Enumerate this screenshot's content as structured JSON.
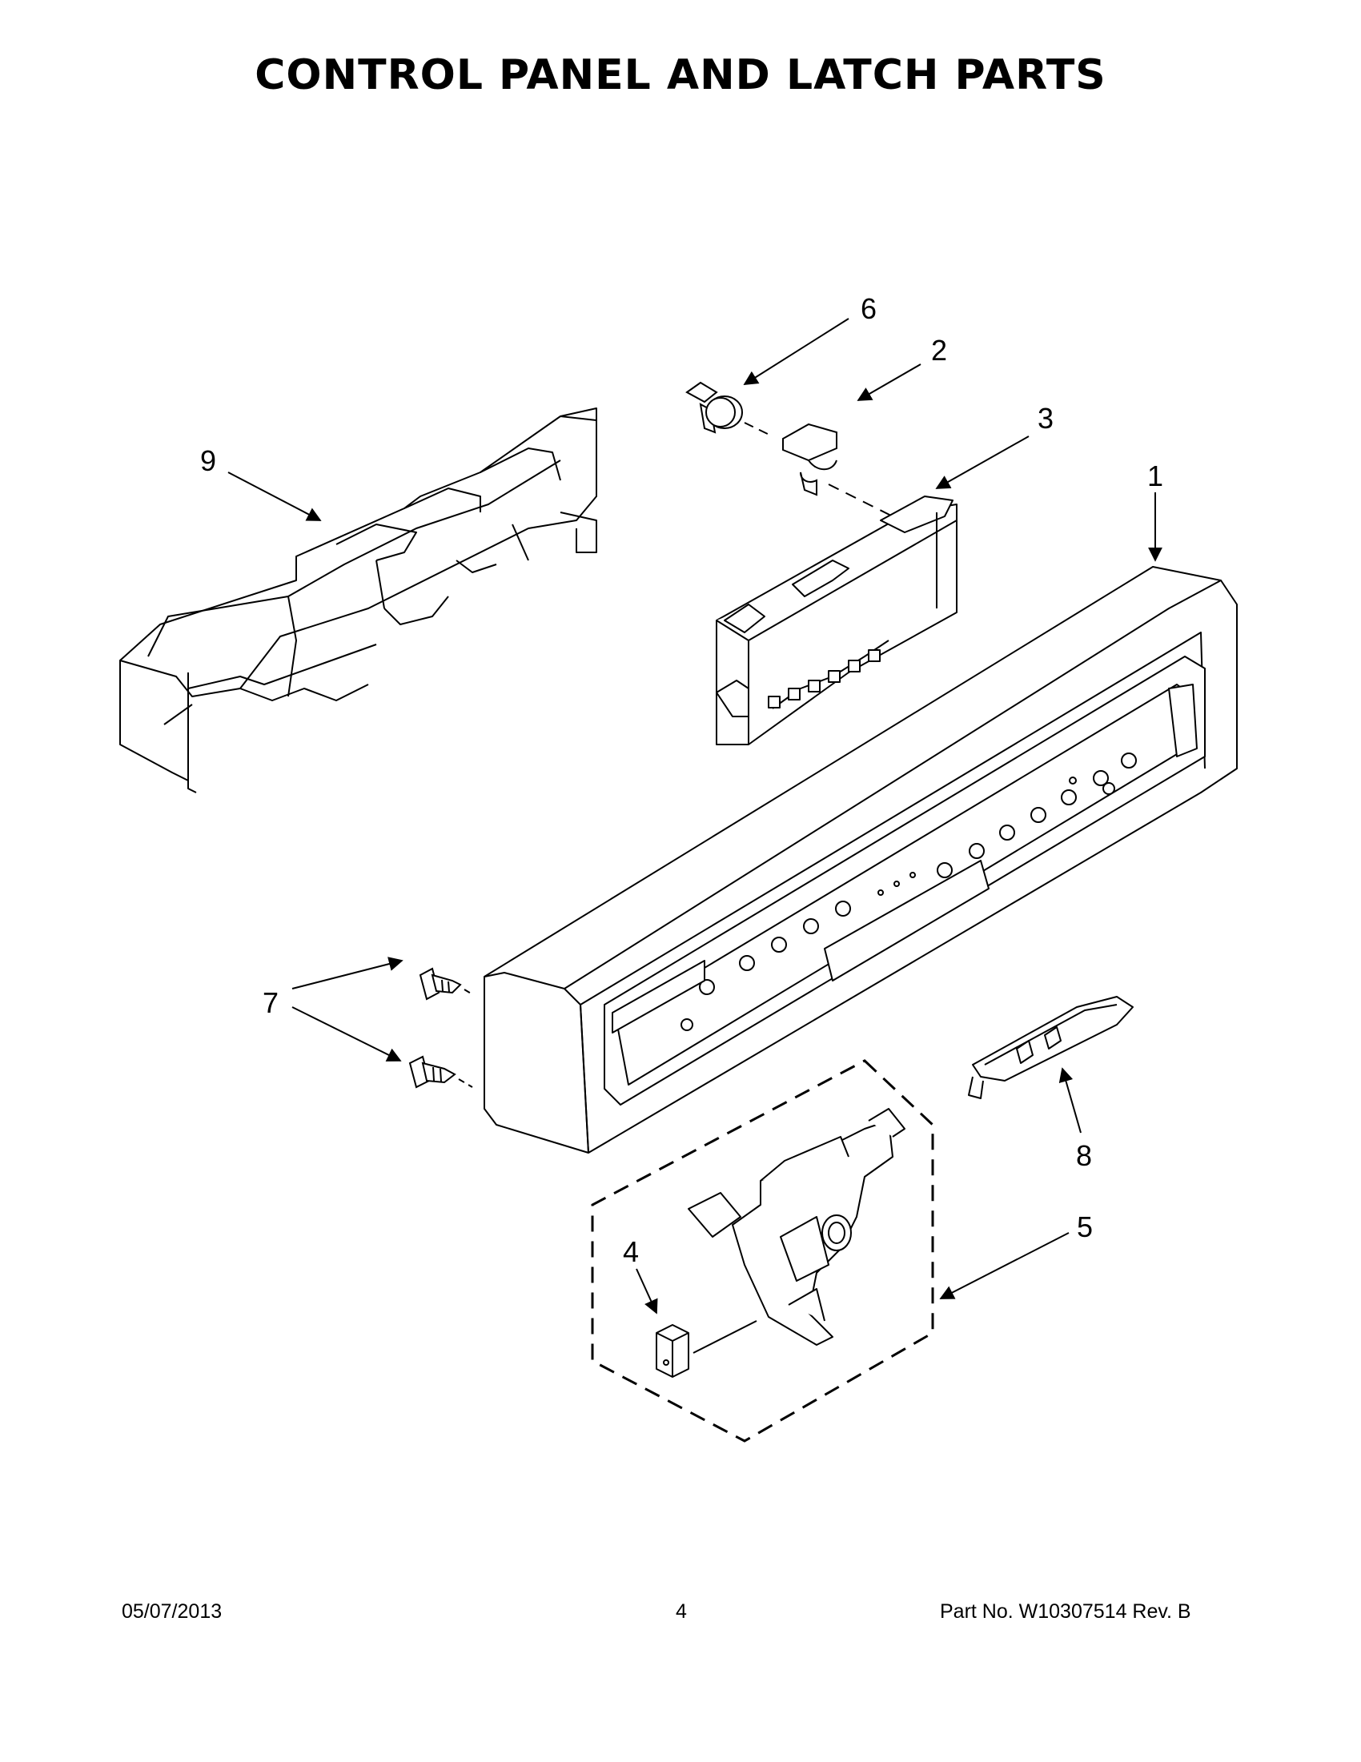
{
  "page": {
    "title": "CONTROL PANEL AND LATCH PARTS"
  },
  "callouts": {
    "c1": "1",
    "c2": "2",
    "c3": "3",
    "c4": "4",
    "c5": "5",
    "c6": "6",
    "c7": "7",
    "c8": "8",
    "c9": "9"
  },
  "footer": {
    "date": "05/07/2013",
    "page_number": "4",
    "part_number": "Part No.  W10307514  Rev.  B"
  }
}
